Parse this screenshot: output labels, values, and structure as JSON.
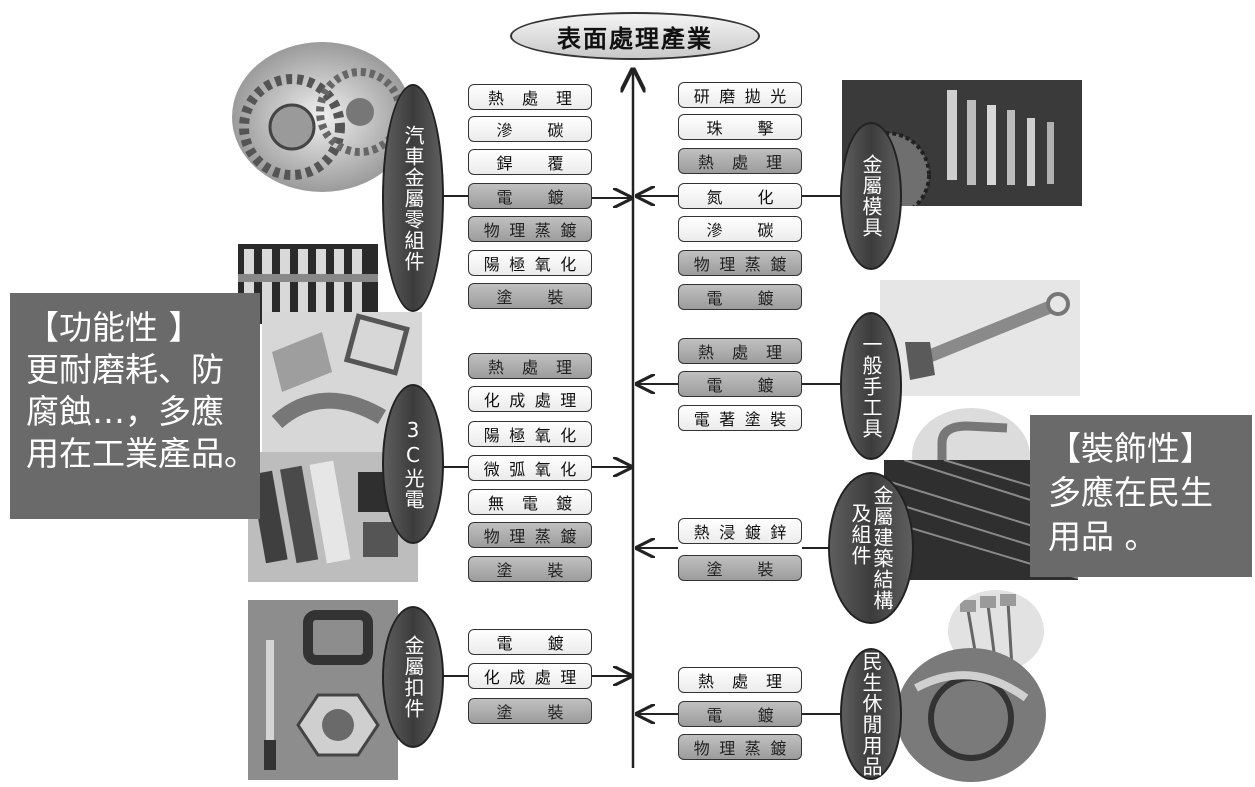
{
  "title": "表面處理產業",
  "categories": {
    "auto": "汽車金屬零組件",
    "mold": "金屬模具",
    "tool": "一般手工具",
    "tech": "3C光電",
    "building_top": "金屬建築結構",
    "building_bottom": "及組件",
    "fastener": "金屬扣件",
    "leisure": "民生休閒用品"
  },
  "processes": {
    "auto": [
      "熱處理",
      "滲碳",
      "銲覆",
      "電鍍",
      "物理蒸鍍",
      "陽極氧化",
      "塗裝"
    ],
    "mold": [
      "研磨拋光",
      "珠擊",
      "熱處理",
      "氮化",
      "滲碳",
      "物理蒸鍍",
      "電鍍"
    ],
    "tool": [
      "熱處理",
      "電鍍",
      "電著塗裝"
    ],
    "tech": [
      "熱處理",
      "化成處理",
      "陽極氧化",
      "微弧氧化",
      "無電鍍",
      "物理蒸鍍",
      "塗裝"
    ],
    "building": [
      "熱浸鍍鋅",
      "塗裝"
    ],
    "fastener": [
      "電鍍",
      "化成處理",
      "塗裝"
    ],
    "leisure": [
      "熱處理",
      "電鍍",
      "物理蒸鍍"
    ]
  },
  "notes": {
    "functional": {
      "heading": "【功能性 】",
      "line1": "更耐磨耗、防",
      "line2": "腐蝕…，多應",
      "line3": "用在工業產品。"
    },
    "decorative": {
      "heading": "【裝飾性】",
      "line1": "多應在民生",
      "line2": "用品 。"
    }
  },
  "colors": {
    "light_box": "#f5f5f5",
    "dark_box": "#a8a8a8",
    "oval": "#4a4a4a",
    "note_bg": "#6a6a6a"
  }
}
